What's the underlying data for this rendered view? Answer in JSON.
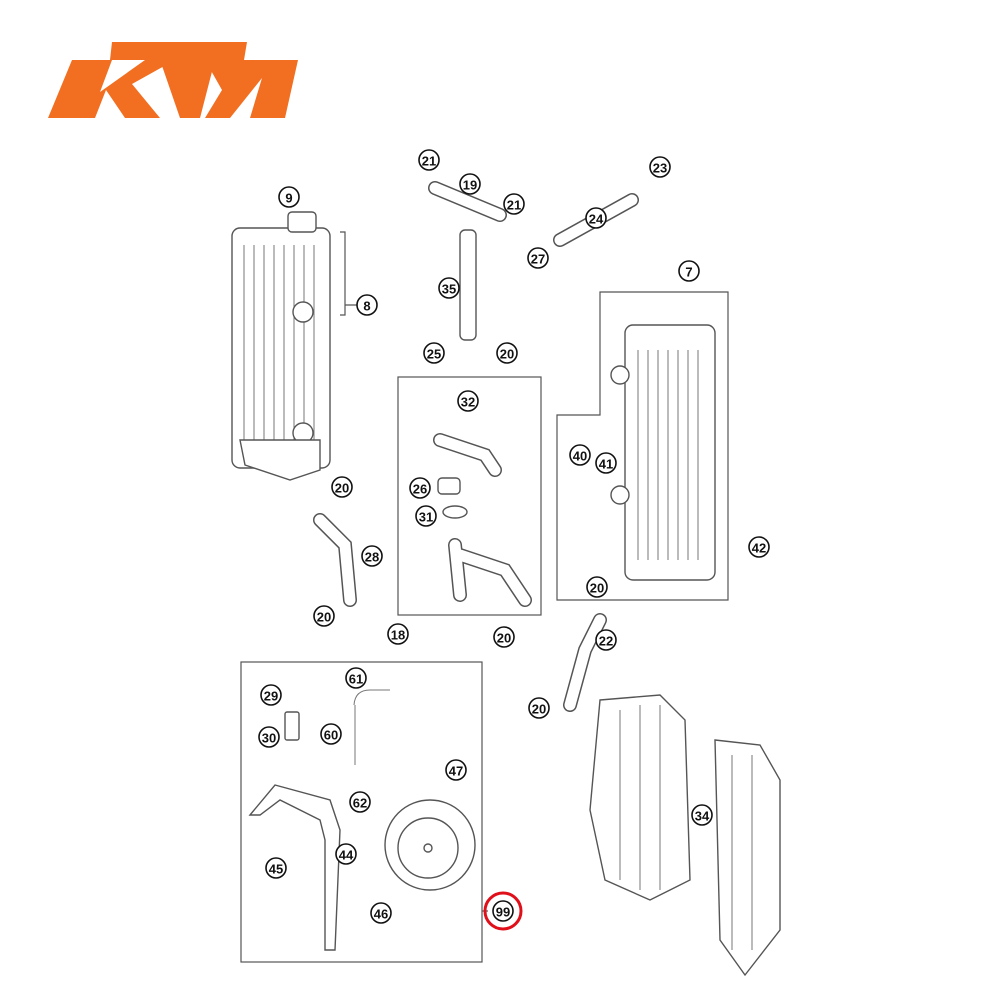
{
  "logo": {
    "text": "KTM",
    "color": "#f26f21"
  },
  "highlight_color": "#e0101a",
  "callouts": [
    "21",
    "19",
    "21",
    "23",
    "24",
    "27",
    "9",
    "8",
    "35",
    "7",
    "25",
    "20",
    "32",
    "40",
    "41",
    "26",
    "31",
    "20",
    "28",
    "42",
    "20",
    "22",
    "20",
    "18",
    "20",
    "61",
    "29",
    "30",
    "60",
    "47",
    "62",
    "44",
    "45",
    "46",
    "99",
    "20",
    "34"
  ],
  "highlighted_callout": "99"
}
